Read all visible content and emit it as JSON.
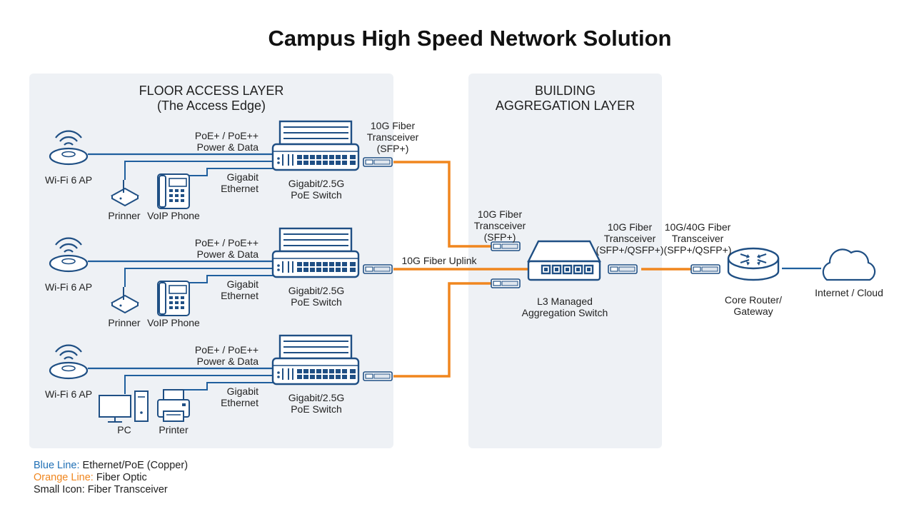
{
  "title": "Campus High Speed Network Solution",
  "layers": {
    "access_title_line1": "FLOOR ACCESS LAYER",
    "access_title_line2": "(The Access Edge)",
    "aggregation_title_line1": "BUILDING",
    "aggregation_title_line2": "AGGREGATION LAYER"
  },
  "floors": [
    {
      "ap_label": "Wi-Fi 6 AP",
      "poe_line1": "PoE+ / PoE++",
      "poe_line2": "Power & Data",
      "eth_line1": "Gigabit",
      "eth_line2": "Ethernet",
      "switch_line1": "Gigabit/2.5G",
      "switch_line2": "PoE Switch",
      "device1_label": "Prinner",
      "device2_label": "VoIP Phone"
    },
    {
      "ap_label": "Wi-Fi 6 AP",
      "poe_line1": "PoE+ / PoE++",
      "poe_line2": "Power & Data",
      "eth_line1": "Gigabit",
      "eth_line2": "Ethernet",
      "switch_line1": "Gigabit/2.5G",
      "switch_line2": "PoE Switch",
      "device1_label": "Prinner",
      "device2_label": "VoIP Phone"
    },
    {
      "ap_label": "Wi-Fi 6 AP",
      "poe_line1": "PoE+ / PoE++",
      "poe_line2": "Power & Data",
      "eth_line1": "Gigabit",
      "eth_line2": "Ethernet",
      "switch_line1": "Gigabit/2.5G",
      "switch_line2": "PoE Switch",
      "device1_label": "PC",
      "device2_label": "Printer"
    }
  ],
  "transceivers": {
    "top_line1": "10G Fiber",
    "top_line2": "Transceiver",
    "top_line3": "(SFP+)",
    "agg_in_line1": "10G Fiber",
    "agg_in_line2": "Transceiver",
    "agg_in_line3": "(SFP+)",
    "uplink_label": "10G Fiber Uplink",
    "agg_out_line1": "10G Fiber",
    "agg_out_line2": "Transceiver",
    "agg_out_line3": "(SFP+/QSFP+)",
    "core_in_line1": "10G/40G Fiber",
    "core_in_line2": "Transceiver",
    "core_in_line3": "(SFP+/QSFP+)"
  },
  "aggregation_switch": {
    "line1": "L3 Managed",
    "line2": "Aggregation Switch"
  },
  "core_router": {
    "line1": "Core Router/",
    "line2": "Gateway"
  },
  "cloud": {
    "label": "Internet / Cloud"
  },
  "legend": {
    "blue_key": "Blue Line:",
    "blue_desc": " Ethernet/PoE (Copper)",
    "orange_key": "Orange Line:",
    "orange_desc": " Fiber Optic",
    "icon_key": "Small Icon: Fiber Transceiver"
  },
  "colors": {
    "copper_line": "#1f5f9e",
    "fiber_line": "#f0861e",
    "device_stroke": "#1f4f84",
    "panel_bg": "#eef1f5",
    "legend_blue": "#1f6fb5",
    "legend_orange": "#f0861e"
  }
}
